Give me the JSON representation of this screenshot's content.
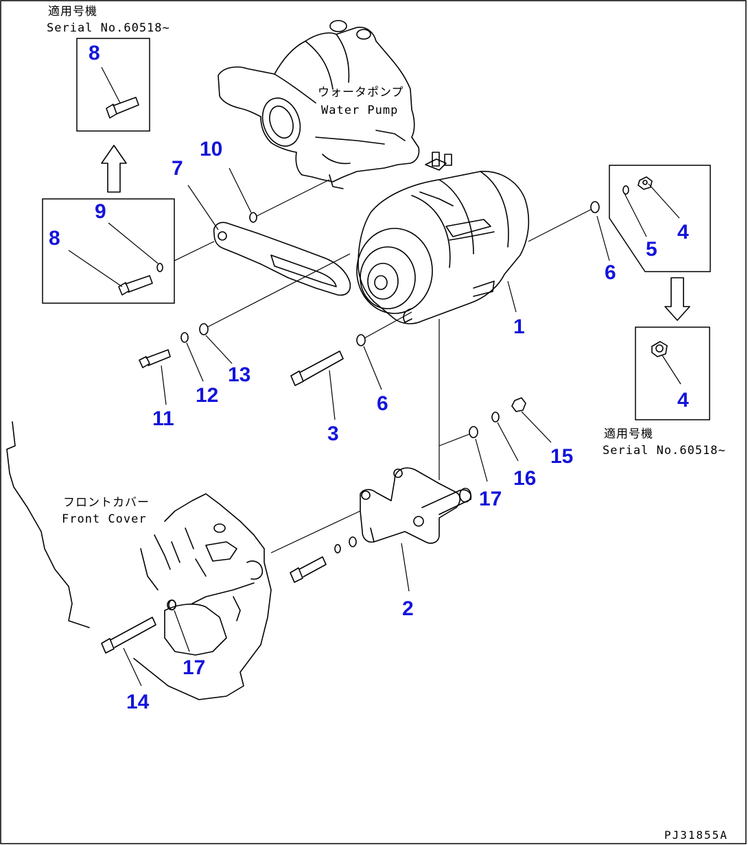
{
  "notes": {
    "top_left_jp": "適用号機",
    "top_left_serial": "Serial No.60518~",
    "right_jp": "適用号機",
    "right_serial": "Serial No.60518~",
    "water_pump_jp": "ウォータポンプ",
    "water_pump_en": "Water Pump",
    "front_cover_jp": "フロントカバー",
    "front_cover_en": "Front Cover"
  },
  "callouts": {
    "c1": "1",
    "c2": "2",
    "c3": "3",
    "c4a": "4",
    "c4b": "4",
    "c5": "5",
    "c6a": "6",
    "c6b": "6",
    "c7": "7",
    "c8a": "8",
    "c8b": "8",
    "c9": "9",
    "c10": "10",
    "c11": "11",
    "c12": "12",
    "c13": "13",
    "c14": "14",
    "c15": "15",
    "c16": "16",
    "c17a": "17",
    "c17b": "17"
  },
  "drawing_number": "PJ31855A",
  "colors": {
    "callout": "#1414dc",
    "line": "#000000",
    "background": "#ffffff"
  }
}
